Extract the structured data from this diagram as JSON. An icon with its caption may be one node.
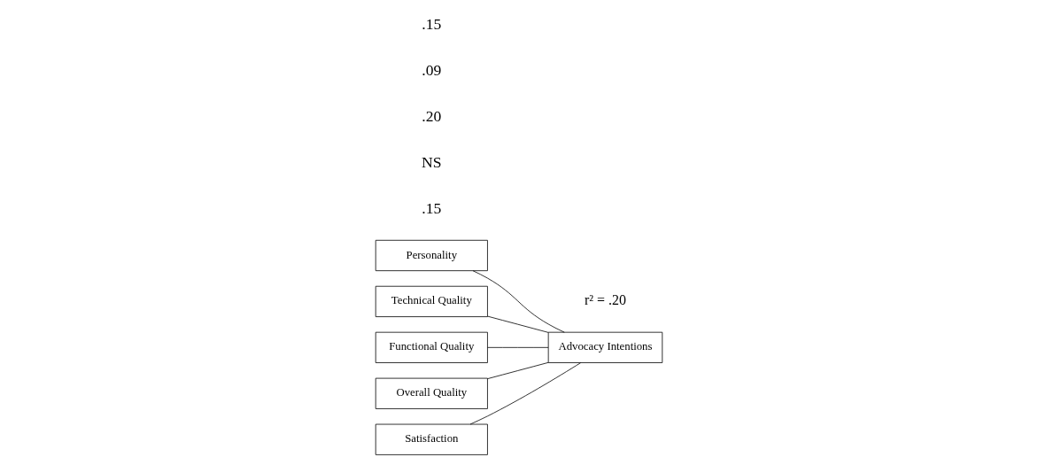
{
  "diagram": {
    "nodes": [
      {
        "text": [
          "Personality"
        ]
      },
      {
        "text": [
          "Technical Quality"
        ]
      },
      {
        "text": [
          "Functional Quality"
        ]
      },
      {
        "text": [
          "Overall Quality"
        ]
      },
      {
        "text": [
          "Satisfaction"
        ]
      },
      {
        "text": [
          "Advocacy Intentions"
        ],
        "beside": [
          "r² = .20"
        ]
      }
    ],
    "edges": [
      {
        "from": 1,
        "to": 5,
        "arrow": "none"
      },
      {
        "from": 2,
        "to": 5,
        "arrow": "none"
      },
      {
        "from": 3,
        "to": 5,
        "arrow": "none"
      },
      {
        "from": 4,
        "to": 5,
        "arrow": "none"
      },
      {
        "from": 0,
        "to": 5,
        "arrow": "none"
      }
    ],
    "labels": [
      ".15",
      "NS",
      ".20",
      ".09",
      ".15"
    ]
  }
}
